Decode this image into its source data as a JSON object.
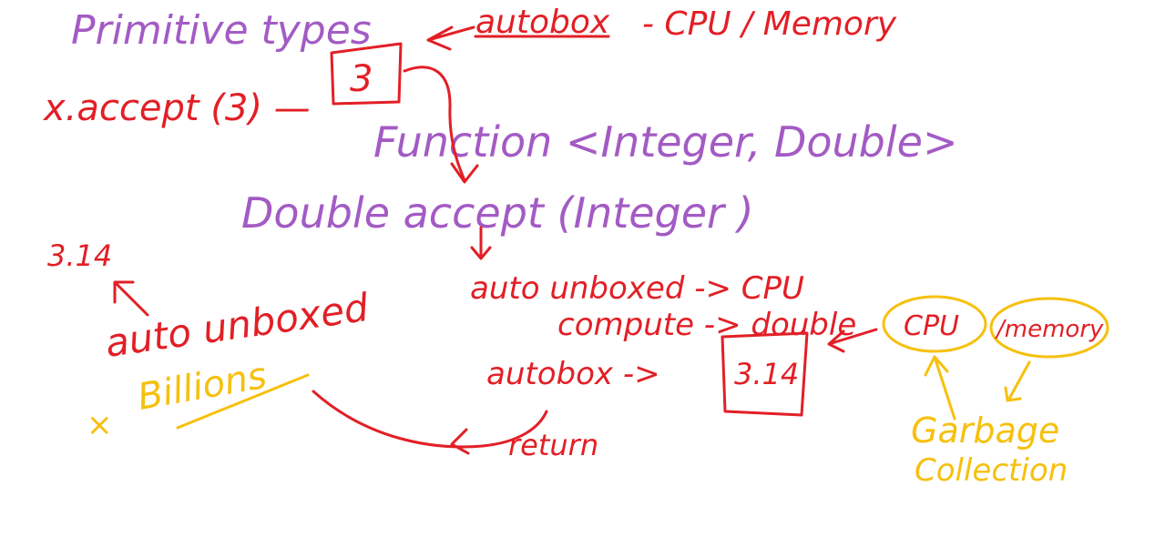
{
  "colors": {
    "purple": "#a35bc4",
    "red": "#e21f26",
    "yellow": "#f6c00e",
    "background": "#ffffff"
  },
  "notes": {
    "primitive_types": "Primitive types",
    "autobox_top": "autobox",
    "cpu_memory_top": "- CPU / Memory",
    "x_accept": "x.accept (3) —",
    "box_3": "3",
    "function_sig": "Function <Integer, Double>",
    "double_accept": "Double accept (Integer )",
    "value_314": "3.14",
    "auto_unboxed_left": "auto unboxed",
    "times_billions": "Billions",
    "times_symbol": "×",
    "auto_unboxed_cpu": "auto unboxed -> CPU",
    "compute_double": "compute -> double",
    "autobox_arrow": "autobox ->",
    "box_314": "3.14",
    "return_label": "return",
    "cpu_circle": "CPU",
    "memory_circle": "/memory",
    "garbage": "Garbage",
    "collection": "Collection"
  }
}
